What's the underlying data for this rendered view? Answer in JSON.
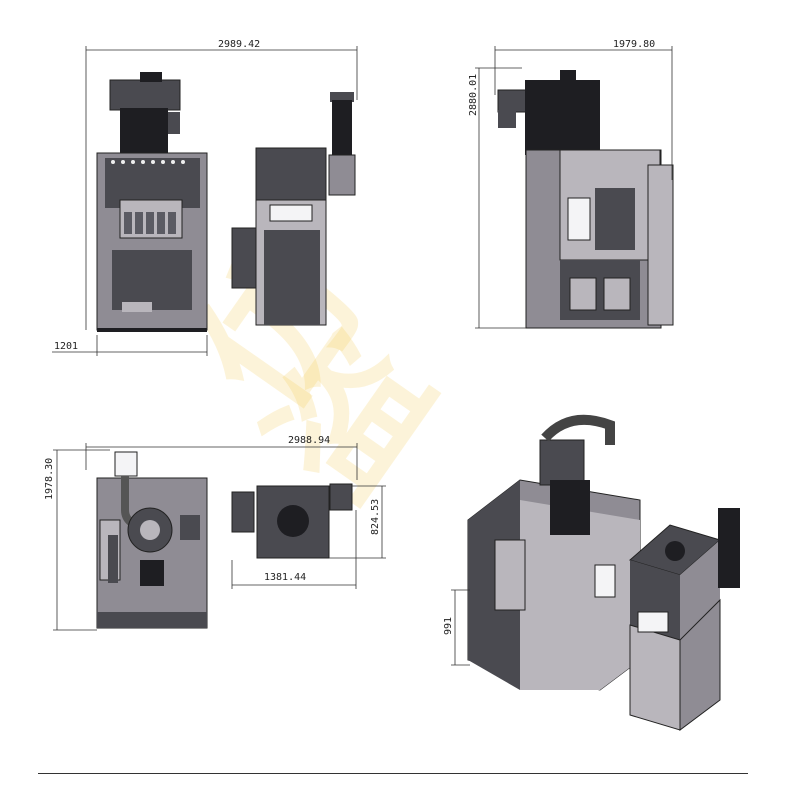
{
  "dimensions": {
    "front_width": "2989.42",
    "front_base": "1201",
    "side_width": "1979.80",
    "side_height": "2880.01",
    "top_width": "2988.94",
    "top_depth": "1978.30",
    "module_width": "1381.44",
    "module_depth": "824.53",
    "iso_height": "991"
  },
  "colors": {
    "body_dark": "#4a4a50",
    "body_gray": "#8f8c94",
    "panel_light": "#b9b6bc",
    "watermark": "#f2c233"
  }
}
